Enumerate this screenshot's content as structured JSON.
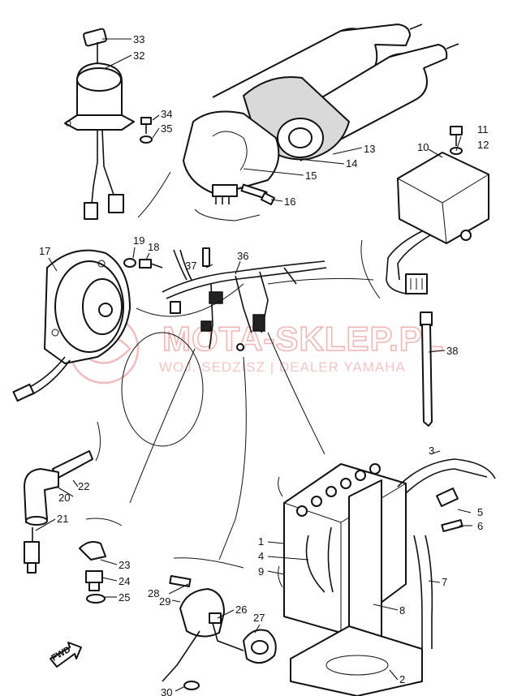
{
  "diagram": {
    "labels": {
      "p1": "1",
      "p2": "2",
      "p3": "3",
      "p4": "4",
      "p5": "5",
      "p6": "6",
      "p7": "7",
      "p8": "8",
      "p9": "9",
      "p10": "10",
      "p11": "11",
      "p12": "12",
      "p13": "13",
      "p14": "14",
      "p15": "15",
      "p16": "16",
      "p17": "17",
      "p18": "18",
      "p19": "19",
      "p20": "20",
      "p21": "21",
      "p22": "22",
      "p23": "23",
      "p24": "24",
      "p25": "25",
      "p26": "26",
      "p27": "27",
      "p28": "28",
      "p29": "29",
      "p30": "30",
      "p32": "32",
      "p33": "33",
      "p34": "34",
      "p35": "35",
      "p36": "36",
      "p37": "37",
      "p38": "38"
    },
    "fwd_label": "FWD",
    "watermark": {
      "main": "MOTA-SKLEP.PL",
      "sub": "WOJ. SEDZISZ | DEALER YAMAHA"
    },
    "colors": {
      "line": "#111111",
      "watermark": "#e87a7a"
    }
  }
}
